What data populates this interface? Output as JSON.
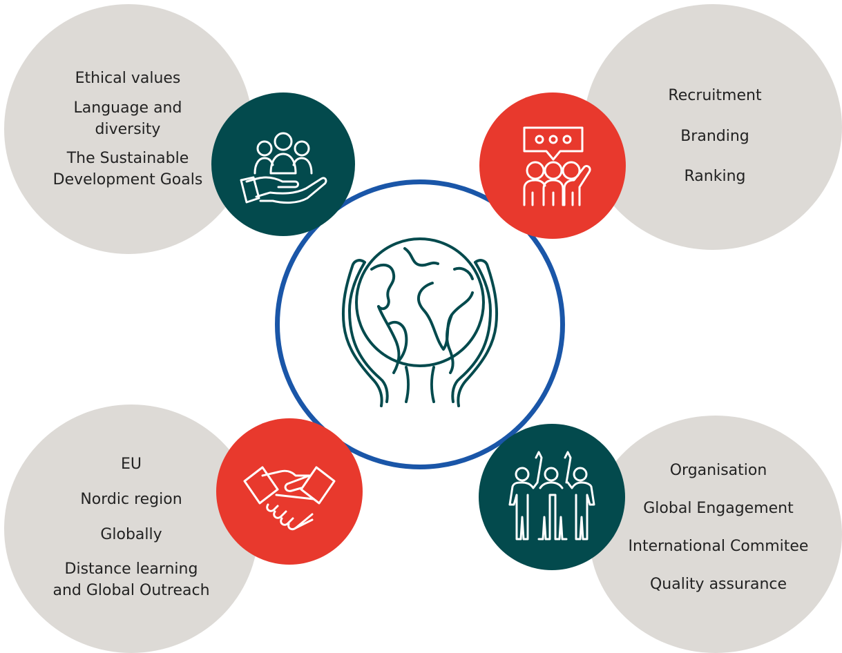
{
  "colors": {
    "grey_bg": "#dddad6",
    "teal": "#034a4d",
    "red": "#e8392d",
    "blue_ring": "#1a56a8",
    "text": "#222222"
  },
  "top_left": {
    "icon": "people-in-hand-icon",
    "items": [
      "Ethical values",
      "Language and\ndiversity",
      "The Sustainable\nDevelopment Goals"
    ]
  },
  "top_right": {
    "icon": "speech-bubble-group-icon",
    "items": [
      "Recruitment",
      "Branding",
      "Ranking"
    ]
  },
  "bottom_left": {
    "icon": "handshake-icon",
    "items": [
      "EU",
      "Nordic region",
      "Globally",
      "Distance learning\nand Global Outreach"
    ]
  },
  "bottom_right": {
    "icon": "raised-hands-team-icon",
    "items": [
      "Organisation",
      "Global Engagement",
      "International Commitee",
      "Quality assurance"
    ]
  },
  "center": {
    "icon": "globe-in-hands-icon"
  }
}
